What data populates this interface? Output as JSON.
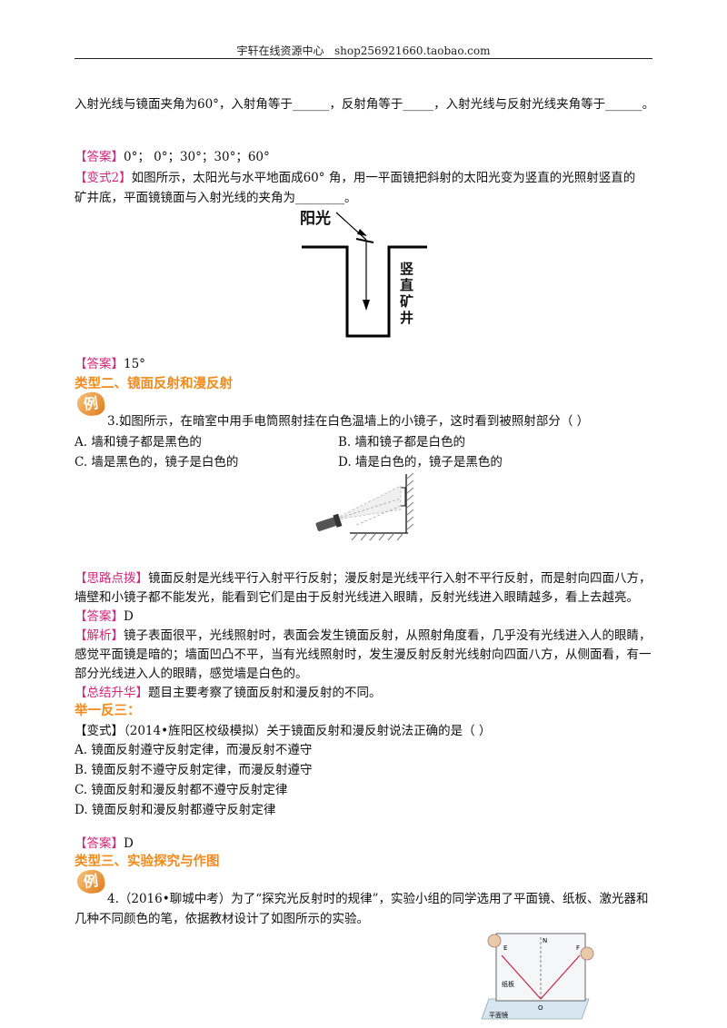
{
  "header": {
    "site": "宇轩在线资源中心",
    "shop": "shop256921660.taobao.com"
  },
  "q_intro": "入射光线与镜面夹角为60°，入射角等于______，反射角等于_____，入射光线与反射光线夹角等于______。",
  "answer1": {
    "tag": "【答案】",
    "text": "0°；  0°；30°；30°；60°"
  },
  "variant2": {
    "tag": "【变式2】",
    "line1": "如图所示，太阳光与水平地面成60° 角，用一平面镜把斜射的太阳光变为竖直的光照射竖直的",
    "line2": "矿井底，平面镜镜面与入射光线的夹角为________。",
    "fig": {
      "sun": "阳光",
      "shaft": [
        "竖",
        "直",
        "矿",
        "井"
      ]
    }
  },
  "answer2": {
    "tag": "【答案】",
    "text": "15°"
  },
  "section2": "类型二、镜面反射和漫反射",
  "ex_badge": "例",
  "q3": {
    "stem": "3.如图所示，在暗室中用手电筒照射挂在白色温墙上的小镜子，这时看到被照射部分（     ）",
    "options": [
      "A. 墙和镜子都是黑色的",
      "B. 墙和镜子都是白色的",
      "C. 墙是黑色的，镜子是白色的",
      "D. 墙是白色的，镜子是黑色的"
    ]
  },
  "hint": {
    "tag": "【思路点拨】",
    "line1": "镜面反射是光线平行入射平行反射；漫反射是光线平行入射不平行反射，而是射向四面八方，",
    "line2": "墙壁和小镜子都不能发光，能看到它们是由于反射光线进入眼睛，反射光线进入眼睛越多，看上去越亮。"
  },
  "answer3": {
    "tag": "【答案】",
    "text": "D"
  },
  "analysis": {
    "tag": "【解析】",
    "line1": "镜子表面很平，光线照射时，表面会发生镜面反射，从照射角度看，几乎没有光线进入人的眼睛，",
    "line2": "感觉平面镜是暗的；墙面凹凸不平，当有光线照射时，发生漫反射反射光线射向四面八方，从侧面看，有一",
    "line3": "部分光线进入人的眼睛，感觉墙是白色的。"
  },
  "summary": {
    "tag": "【总结升华】",
    "text": "题目主要考察了镜面反射和漫反射的不同。"
  },
  "practice_head": "举一反三：",
  "variant": {
    "tag": "【变式】",
    "stem": "（2014•旌阳区校级模拟）关于镜面反射和漫反射说法正确的是（     ）",
    "options": [
      "A. 镜面反射遵守反射定律，而漫反射不遵守",
      "B. 镜面反射不遵守反射定律，而漫反射遵守",
      "C. 镜面反射和漫反射都不遵守反射定律",
      "D. 镜面反射和漫反射都遵守反射定律"
    ]
  },
  "answer4": {
    "tag": "【答案】",
    "text": "D"
  },
  "section3": "类型三、实验探究与作图",
  "q4": {
    "line1": "4.（2016•聊城中考）为了“探究光反射时的规律”，实验小组的同学选用了平面镜、纸板、激光器和",
    "line2": "几种不同颜色的笔，依据教材设计了如图所示的实验。",
    "fig_labels": {
      "n": "N",
      "e": "E",
      "f": "F",
      "o": "O",
      "board": "纸板",
      "mirror": "平面镜"
    }
  }
}
